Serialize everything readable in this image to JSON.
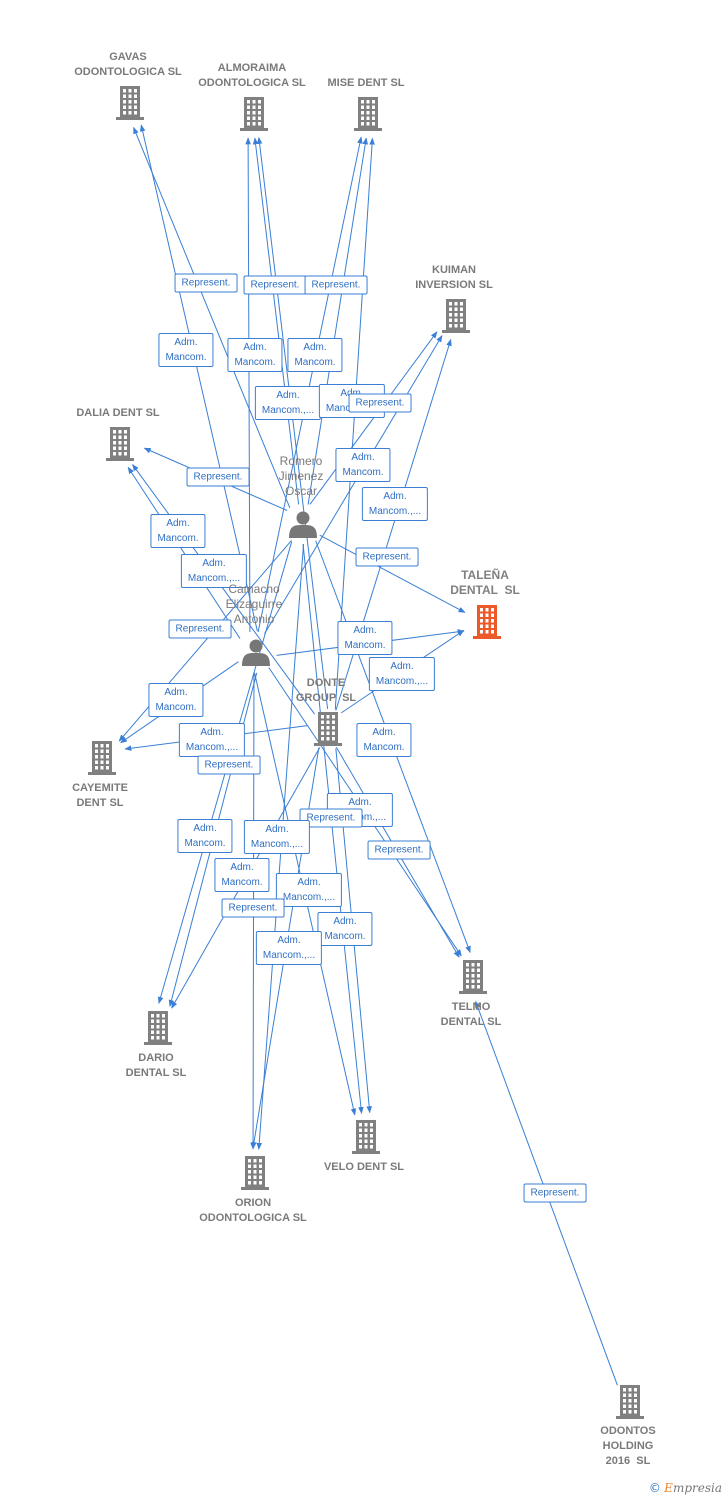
{
  "colors": {
    "edge": "#3a7fd5",
    "building": "#808080",
    "highlight": "#ec5a2a",
    "person": "#777777"
  },
  "icons": {
    "company": "building-icon",
    "person": "person-icon"
  },
  "companies": [
    {
      "id": "gavas",
      "label": "GAVAS\nODONTOLOGICA SL"
    },
    {
      "id": "almoraima",
      "label": "ALMORAIMA\nODONTOLOGICA SL"
    },
    {
      "id": "mise",
      "label": "MISE DENT SL"
    },
    {
      "id": "kuiman",
      "label": "KUIMAN\nINVERSION SL"
    },
    {
      "id": "dalia",
      "label": "DALIA DENT SL"
    },
    {
      "id": "talena",
      "label": "TALEÑA\nDENTAL  SL",
      "highlight": true
    },
    {
      "id": "donte",
      "label": "DONTE\nGROUP  SL"
    },
    {
      "id": "cayemite",
      "label": "CAYEMITE\nDENT SL"
    },
    {
      "id": "telmo",
      "label": "TELMO\nDENTAL SL"
    },
    {
      "id": "dario",
      "label": "DARIO\nDENTAL SL"
    },
    {
      "id": "velo",
      "label": "VELO DENT SL"
    },
    {
      "id": "orion",
      "label": "ORION\nODONTOLOGICA SL"
    },
    {
      "id": "odontos",
      "label": "ODONTOS\nHOLDING\n2016  SL"
    }
  ],
  "persons": [
    {
      "id": "romero",
      "label": "Romero\nJimenez\nOscar"
    },
    {
      "id": "camacho",
      "label": "Camacho\nElizaguirre\nAntonio"
    }
  ],
  "edges": [
    {
      "from": "romero",
      "to": "gavas",
      "label": "Represent."
    },
    {
      "from": "romero",
      "to": "almoraima",
      "label": "Represent."
    },
    {
      "from": "romero",
      "to": "mise",
      "label": "Represent."
    },
    {
      "from": "camacho",
      "to": "gavas",
      "label": "Adm.\nMancom."
    },
    {
      "from": "camacho",
      "to": "almoraima",
      "label": "Adm.\nMancom."
    },
    {
      "from": "camacho",
      "to": "mise",
      "label": "Adm.\nMancom."
    },
    {
      "from": "donte",
      "to": "almoraima",
      "label": "Adm.\nMancom.,..."
    },
    {
      "from": "donte",
      "to": "mise",
      "label": "Adm.\nMancom.,..."
    },
    {
      "from": "romero",
      "to": "kuiman",
      "label": "Represent."
    },
    {
      "from": "camacho",
      "to": "kuiman",
      "label": "Adm.\nMancom."
    },
    {
      "from": "donte",
      "to": "kuiman",
      "label": "Adm.\nMancom.,..."
    },
    {
      "from": "romero",
      "to": "dalia",
      "label": "Represent."
    },
    {
      "from": "camacho",
      "to": "dalia",
      "label": "Adm.\nMancom."
    },
    {
      "from": "donte",
      "to": "dalia",
      "label": "Adm.\nMancom.,..."
    },
    {
      "from": "romero",
      "to": "talena",
      "label": "Represent."
    },
    {
      "from": "camacho",
      "to": "talena",
      "label": "Adm.\nMancom."
    },
    {
      "from": "donte",
      "to": "talena",
      "label": "Adm.\nMancom.,..."
    },
    {
      "from": "romero",
      "to": "cayemite",
      "label": "Represent."
    },
    {
      "from": "camacho",
      "to": "cayemite",
      "label": "Adm.\nMancom."
    },
    {
      "from": "donte",
      "to": "cayemite",
      "label": "Adm.\nMancom.,..."
    },
    {
      "from": "romero",
      "to": "telmo",
      "label": "Represent."
    },
    {
      "from": "camacho",
      "to": "telmo",
      "label": "Adm.\nMancom."
    },
    {
      "from": "donte",
      "to": "telmo",
      "label": "Adm.\nMancom.,..."
    },
    {
      "from": "romero",
      "to": "dario",
      "label": "Represent."
    },
    {
      "from": "camacho",
      "to": "dario",
      "label": "Adm.\nMancom."
    },
    {
      "from": "donte",
      "to": "dario",
      "label": "Adm.\nMancom.,..."
    },
    {
      "from": "romero",
      "to": "velo",
      "label": "Represent."
    },
    {
      "from": "camacho",
      "to": "velo",
      "label": "Adm.\nMancom."
    },
    {
      "from": "donte",
      "to": "velo",
      "label": "Adm.\nMancom.,..."
    },
    {
      "from": "romero",
      "to": "orion",
      "label": "Represent."
    },
    {
      "from": "camacho",
      "to": "orion",
      "label": "Adm.\nMancom."
    },
    {
      "from": "donte",
      "to": "orion",
      "label": "Adm.\nMancom.,..."
    },
    {
      "from": "odontos",
      "to": "telmo",
      "label": "Represent."
    }
  ],
  "copyright": {
    "symbol": "©",
    "brand_initial": "E",
    "brand_rest": "mpresia"
  }
}
